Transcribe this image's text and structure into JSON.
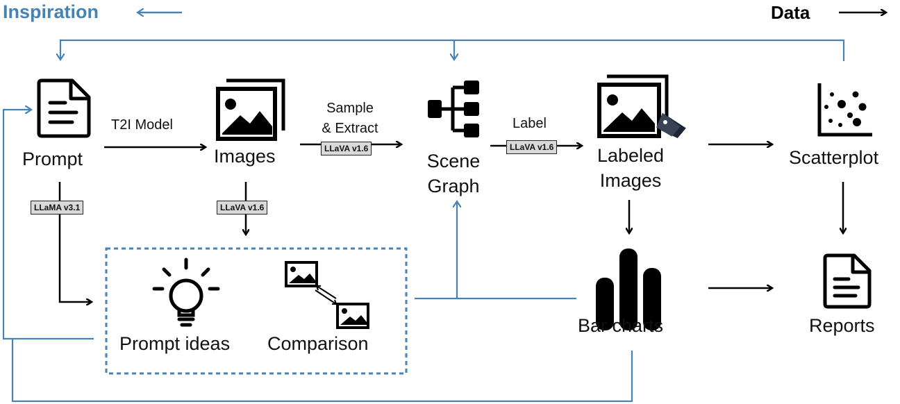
{
  "legend": {
    "inspiration": "Inspiration",
    "data": "Data"
  },
  "nodes": {
    "prompt": "Prompt",
    "images": "Images",
    "scene_graph": "Scene\nGraph",
    "labeled_images": "Labeled\nImages",
    "scatterplot": "Scatterplot",
    "bar_charts": "Bar charts",
    "reports": "Reports",
    "prompt_ideas": "Prompt ideas",
    "comparison": "Comparison"
  },
  "edges": {
    "t2i_model": "T2I Model",
    "sample_extract": "Sample\n& Extract",
    "label": "Label"
  },
  "badges": {
    "llava_extract": "LLaVA v1.6",
    "llava_label": "LLaVA v1.6",
    "llama_prompt": "LLaMA v3.1",
    "llava_images": "LLaVA v1.6"
  },
  "colors": {
    "inspiration": "#4682b4",
    "data": "#000000",
    "badge_fill": "#d9d9d9"
  }
}
